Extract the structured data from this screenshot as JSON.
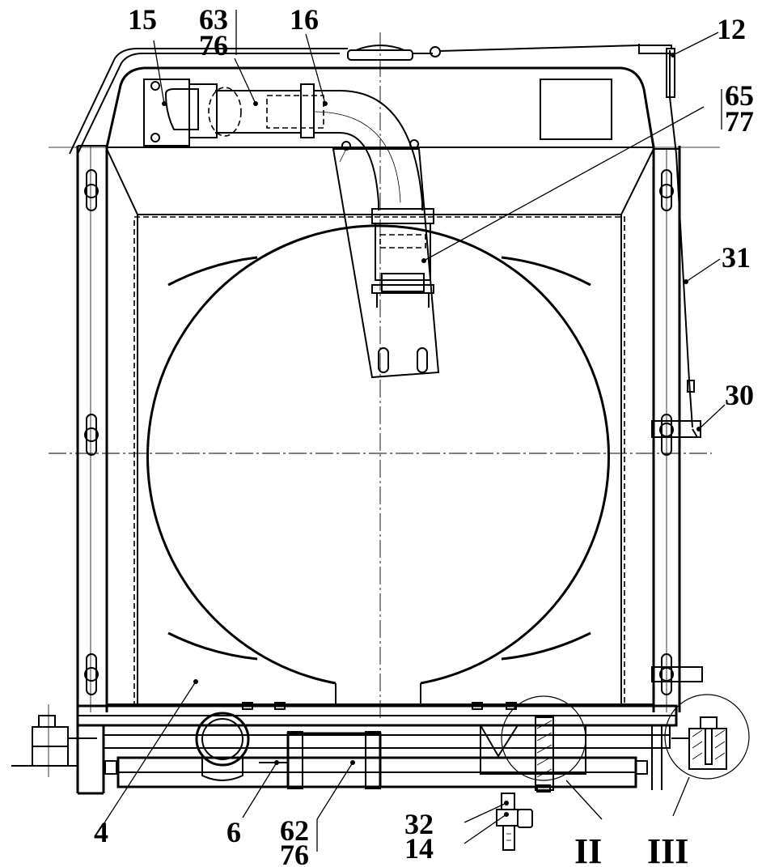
{
  "diagram": {
    "labels": {
      "l15": "15",
      "l63": "63",
      "l76a": "76",
      "l16": "16",
      "l12": "12",
      "l65": "65",
      "l77": "77",
      "l31": "31",
      "l30": "30",
      "l4": "4",
      "l6": "6",
      "l62": "62",
      "l76b": "76",
      "l32": "32",
      "l14": "14",
      "lII": "II",
      "lIII": "III"
    }
  }
}
